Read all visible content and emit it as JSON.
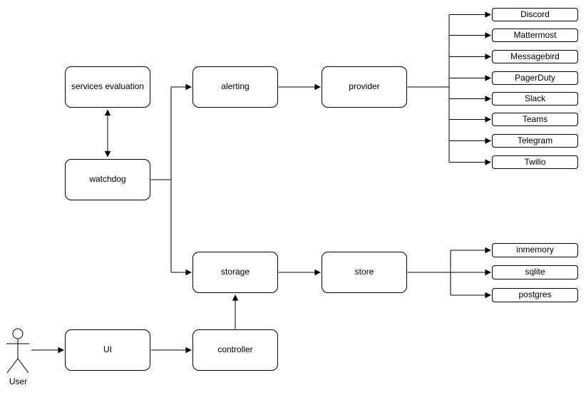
{
  "diagram": {
    "background": "#ffffff",
    "stroke_color": "#000000",
    "node_fill": "#ffffff",
    "text_color": "#000000",
    "nodes": {
      "services_evaluation": "services evaluation",
      "watchdog": "watchdog",
      "alerting": "alerting",
      "provider": "provider",
      "storage": "storage",
      "store": "store",
      "ui": "UI",
      "controller": "controller"
    },
    "provider_targets": [
      "Discord",
      "Mattermost",
      "Messagebird",
      "PagerDuty",
      "Slack",
      "Teams",
      "Telegram",
      "Twilio"
    ],
    "store_targets": [
      "inmemory",
      "sqlite",
      "postgres"
    ],
    "actor_label": "User"
  }
}
